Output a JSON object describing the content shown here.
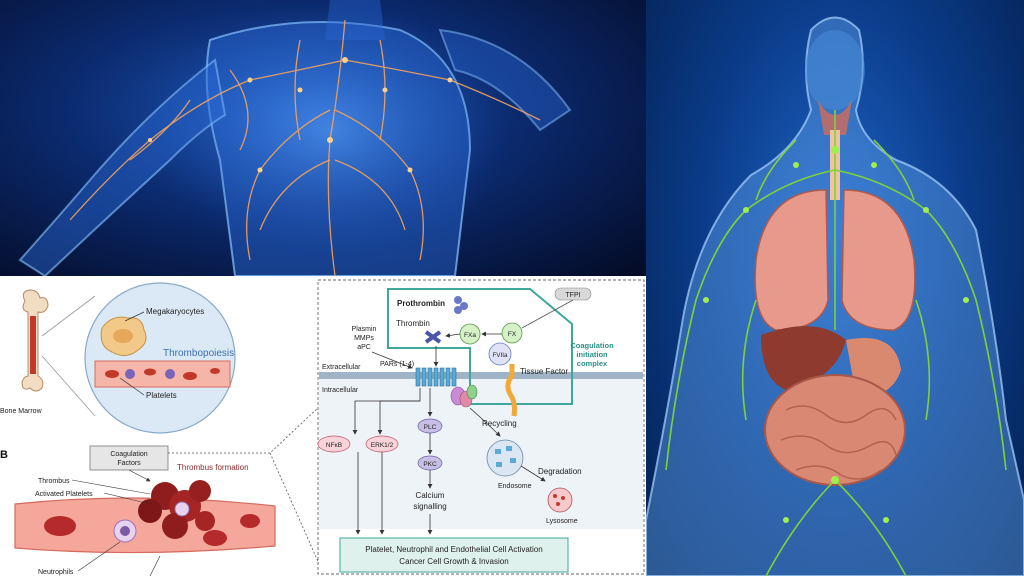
{
  "panel_a": {
    "megakaryocytes": "Megakaryocytes",
    "thrombopoiesis": "Thrombopoiesis",
    "bone_marrow": "Bone Marrow",
    "platelets": "Platelets"
  },
  "panel_b": {
    "letter": "B",
    "coagulation_factors_line1": "Coagulation",
    "coagulation_factors_line2": "Factors",
    "thrombus_formation": "Thrombus formation",
    "thrombus": "Thrombus",
    "activated_platelets": "Activated Platelets",
    "neutrophils": "Neutrophils"
  },
  "pathway": {
    "prothrombin": "Prothrombin",
    "thrombin": "Thrombin",
    "tfpi": "TFPI",
    "fxa": "FXa",
    "fx": "FX",
    "fviia": "FVIIa",
    "plasmin": "Plasmin",
    "mmps": "MMPs",
    "apc": "aPC",
    "coag_complex_line1": "Coagulation",
    "coag_complex_line2": "initiation",
    "coag_complex_line3": "complex",
    "extracellular": "Extracellular",
    "intracellular": "Intracellular",
    "pars": "PARs (1-4)",
    "tissue_factor": "Tissue Factor",
    "plc": "PLC",
    "pkc": "PKC",
    "nfkb": "NFκB",
    "erk": "ERK1/2",
    "recycling": "Recycling",
    "endosome": "Endosome",
    "degradation": "Degradation",
    "lysosome": "Lysosome",
    "calcium_line1": "Calcium",
    "calcium_line2": "signalling",
    "outcome_line1": "Platelet, Neutrophil and Endothelial Cell Activation",
    "outcome_line2": "Cancer Cell Growth & Invasion"
  },
  "colors": {
    "teal": "#3fa79d",
    "vessel": "#e8847c",
    "membrane": "#9fb4c6"
  }
}
